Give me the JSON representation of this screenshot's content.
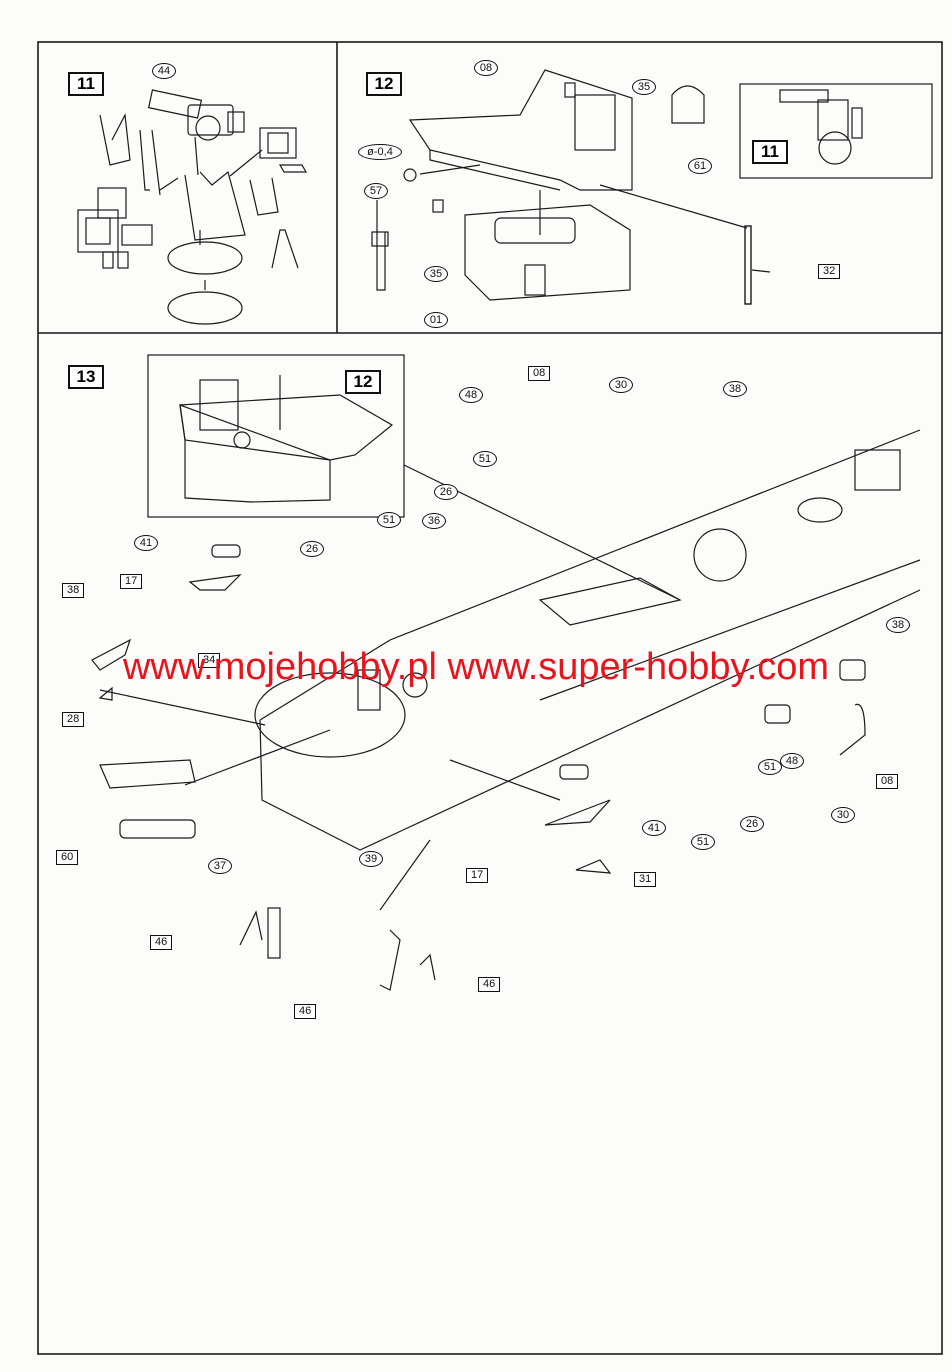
{
  "steps": {
    "s11": "11",
    "s12": "12",
    "s13": "13",
    "s11_inset": "11",
    "s12_inset": "12"
  },
  "watermark": "www.mojehobby.pl  www.super-hobby.com",
  "labels": {
    "p44": "44",
    "p08a": "08",
    "p35a": "35",
    "p04": "ø-0,4",
    "p57": "57",
    "p35b": "35",
    "p61": "61",
    "p32": "32",
    "p01": "01",
    "p08b": "08",
    "p30a": "30",
    "p38a": "38",
    "p48a": "48",
    "p51a": "51",
    "p26a": "26",
    "p51b": "51",
    "p36": "36",
    "p41a": "41",
    "p17a": "17",
    "p26b": "26",
    "p38b": "38",
    "p34": "34",
    "p28": "28",
    "p60": "60",
    "p37": "37",
    "p39": "39",
    "p46a": "46",
    "p46b": "46",
    "p46c": "46",
    "p38c": "38",
    "p48b": "48",
    "p08c": "08",
    "p30b": "30",
    "p51c": "51",
    "p26c": "26",
    "p41b": "41",
    "p51d": "51",
    "p17b": "17",
    "p31": "31"
  }
}
